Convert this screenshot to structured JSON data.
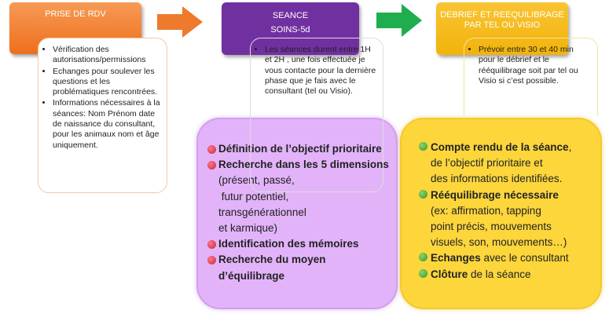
{
  "steps": [
    {
      "title_lines": [
        "PRISE DE RDV"
      ],
      "color": "#ee7a2c",
      "notes": [
        "Vérification des autorisations/permissions",
        "Echanges pour soulever les questions et  les problématiques rencontrées.",
        "Informations nécessaires à la séances: Nom Prénom date de naissance du consultant, pour les animaux nom et âge uniquement."
      ]
    },
    {
      "title_lines": [
        "SEANCE",
        "SOINS-5d"
      ],
      "color": "#7130a0",
      "notes": [
        "Les séances durent entre 1H et 2H , une fois effectuée je vous contacte pour la dernière phase que je fais avec le consultant (tel ou Visio)."
      ]
    },
    {
      "title_lines": [
        "DEBRIEF ET REEQUILIBRAGE",
        "PAR TEL OU VISIO"
      ],
      "color": "#f4b81c",
      "notes": [
        "Prévoir entre 30 et 40 min pour le débrief et le rééquilibrage soit par tel ou Visio si c’est possible."
      ]
    }
  ],
  "arrows": [
    {
      "color": "#ee7a2c"
    },
    {
      "color": "#1fae4f"
    }
  ],
  "seance_details": [
    {
      "bold": "Définition de l’objectif prioritaire",
      "rest": []
    },
    {
      "bold": "Recherche dans les 5 dimensions",
      "rest": [
        "(présent, passé,",
        " futur potentiel,",
        "transgénérationnel",
        "et karmique)"
      ]
    },
    {
      "bold": "Identification des mémoires",
      "rest": []
    },
    {
      "bold": "Recherche du moyen",
      "bold2": "d’équilibrage",
      "rest": []
    }
  ],
  "debrief_details": [
    {
      "bold": "Compte rendu de la séance",
      "tail": ",",
      "rest": [
        "de l’objectif prioritaire et",
        "des informations identifiées."
      ]
    },
    {
      "bold": "Rééquilibrage nécessaire",
      "tail": "",
      "rest": [
        "(ex: affirmation, tapping",
        "point précis, mouvements",
        "visuels, son, mouvements…)"
      ]
    },
    {
      "bold": "Echanges",
      "tail": " avec le consultant",
      "rest": []
    },
    {
      "bold": "Clôture",
      "tail": " de la séance",
      "rest": []
    }
  ]
}
